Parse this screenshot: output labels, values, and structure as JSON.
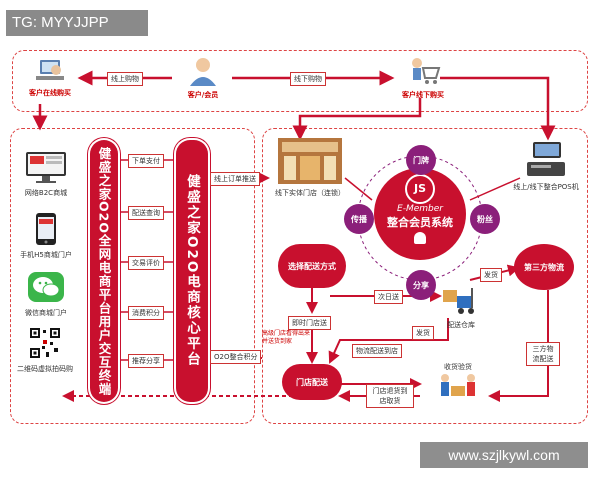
{
  "tag": "TG: MYYJJPP",
  "watermark": "www.szjlkywl.com",
  "top": {
    "online_buy": "客户在线购买",
    "customer": "客户/会员",
    "offline_buy": "客户线下购买",
    "arrow_online": "线上购物",
    "arrow_offline": "线下购物"
  },
  "channels": [
    {
      "label": "网络B2C商城",
      "icon": "monitor-icon"
    },
    {
      "label": "手机H5商城门户",
      "icon": "phone-icon"
    },
    {
      "label": "微信商城门户",
      "icon": "wechat-icon"
    },
    {
      "label": "二维码虚拟拍码购",
      "icon": "qrcode-icon"
    }
  ],
  "pill_left": "健盛之家O2O全网电商平台用户交互终端",
  "pill_mid": "健盛之家O2O电商核心平台",
  "mid_labels": [
    "下单支付",
    "配送查询",
    "交易评价",
    "消费积分",
    "推荐分享"
  ],
  "core_labels": {
    "online_order": "线上订单推送",
    "o2o_points": "O2O整合积分"
  },
  "hub": {
    "logo": "JS",
    "brand": "E-Member",
    "title": "整合会员系统",
    "nodes": [
      "门牌",
      "传播",
      "粉丝",
      "分享"
    ]
  },
  "store": "线下实体门店（连锁）",
  "pos": "线上/线下整合POS机",
  "flow": {
    "choose": "选择配送方式",
    "instant": "即时门店送",
    "next_day": "次日送",
    "ship": "发货",
    "warehouse": "配送仓库",
    "third_party": "第三方物流",
    "third_delivery": "三方物流配送",
    "store_delivery": "门店配送",
    "return_goods": "门店退货到店取货",
    "receive": "收货验货",
    "ship2": "发货",
    "dispatch_to_store": "物流配送到店",
    "store_note": "高级门店看得出来并送货到家"
  },
  "colors": {
    "accent": "#c8102e",
    "purple": "#8b1f7a"
  }
}
